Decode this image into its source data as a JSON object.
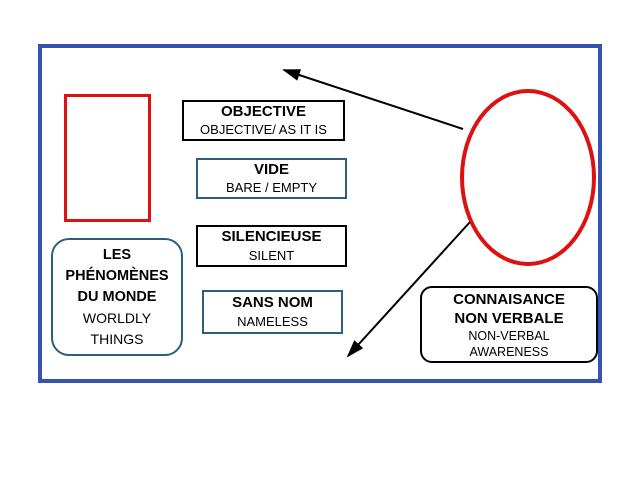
{
  "boxes": {
    "objective": {
      "title": "OBJECTIVE",
      "subtitle": "OBJECTIVE/ AS IT IS"
    },
    "vide": {
      "title": "VIDE",
      "subtitle": "BARE / EMPTY"
    },
    "silencieuse": {
      "title": "SILENCIEUSE",
      "subtitle": "SILENT"
    },
    "sans_nom": {
      "title": "SANS NOM",
      "subtitle": "NAMELESS"
    }
  },
  "worldly": {
    "fr_lines": [
      "LES",
      "PHÉNOMÈNES",
      "DU MONDE"
    ],
    "en_lines": [
      "WORLDLY",
      "THINGS"
    ]
  },
  "awareness": {
    "fr_lines": [
      "CONNAISANCE",
      "NON VERBALE"
    ],
    "en_lines": [
      "NON-VERBAL",
      "AWARENESS"
    ]
  },
  "colors": {
    "frame_blue": "#3753b0",
    "accent_red": "#dd1111",
    "box_slate": "#2e5e7e",
    "box_black": "#000000"
  },
  "shapes": {
    "red_rectangle": "red-rectangle",
    "red_ellipse": "red-ellipse",
    "arrow_up_left": "arrow-up-left",
    "arrow_down_left": "arrow-down-left"
  }
}
